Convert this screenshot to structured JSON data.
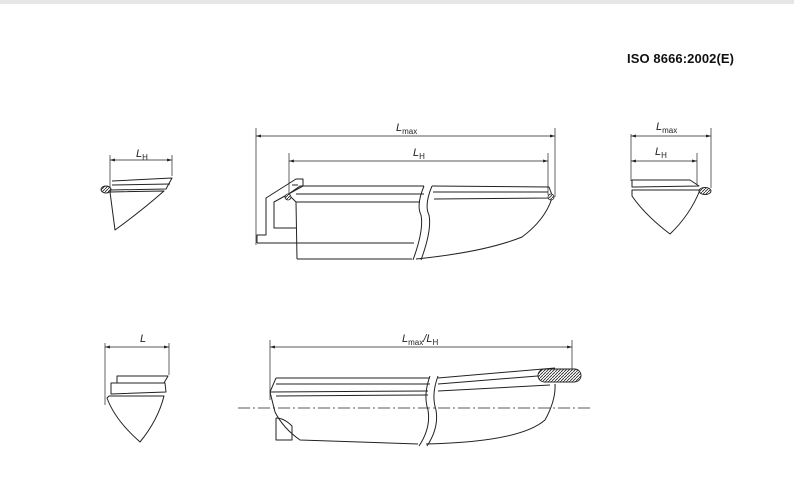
{
  "header": {
    "standard_id": "ISO 8666:2002(E)"
  },
  "labels": {
    "top_left": {
      "main": "L",
      "sub": "H"
    },
    "top_center_outer": {
      "main": "L",
      "sub": "max"
    },
    "top_center_inner": {
      "main": "L",
      "sub": "H"
    },
    "top_right_outer": {
      "main": "L",
      "sub": "max"
    },
    "top_right_inner": {
      "main": "L",
      "sub": "H"
    },
    "bottom_left": {
      "main": "L"
    },
    "bottom_center": {
      "main1": "L",
      "sub1": "max",
      "sep": "/",
      "main2": "L",
      "sub2": "H"
    }
  },
  "colors": {
    "line": "#222222",
    "background": "#ffffff",
    "topbar": "#e6e6e6"
  }
}
